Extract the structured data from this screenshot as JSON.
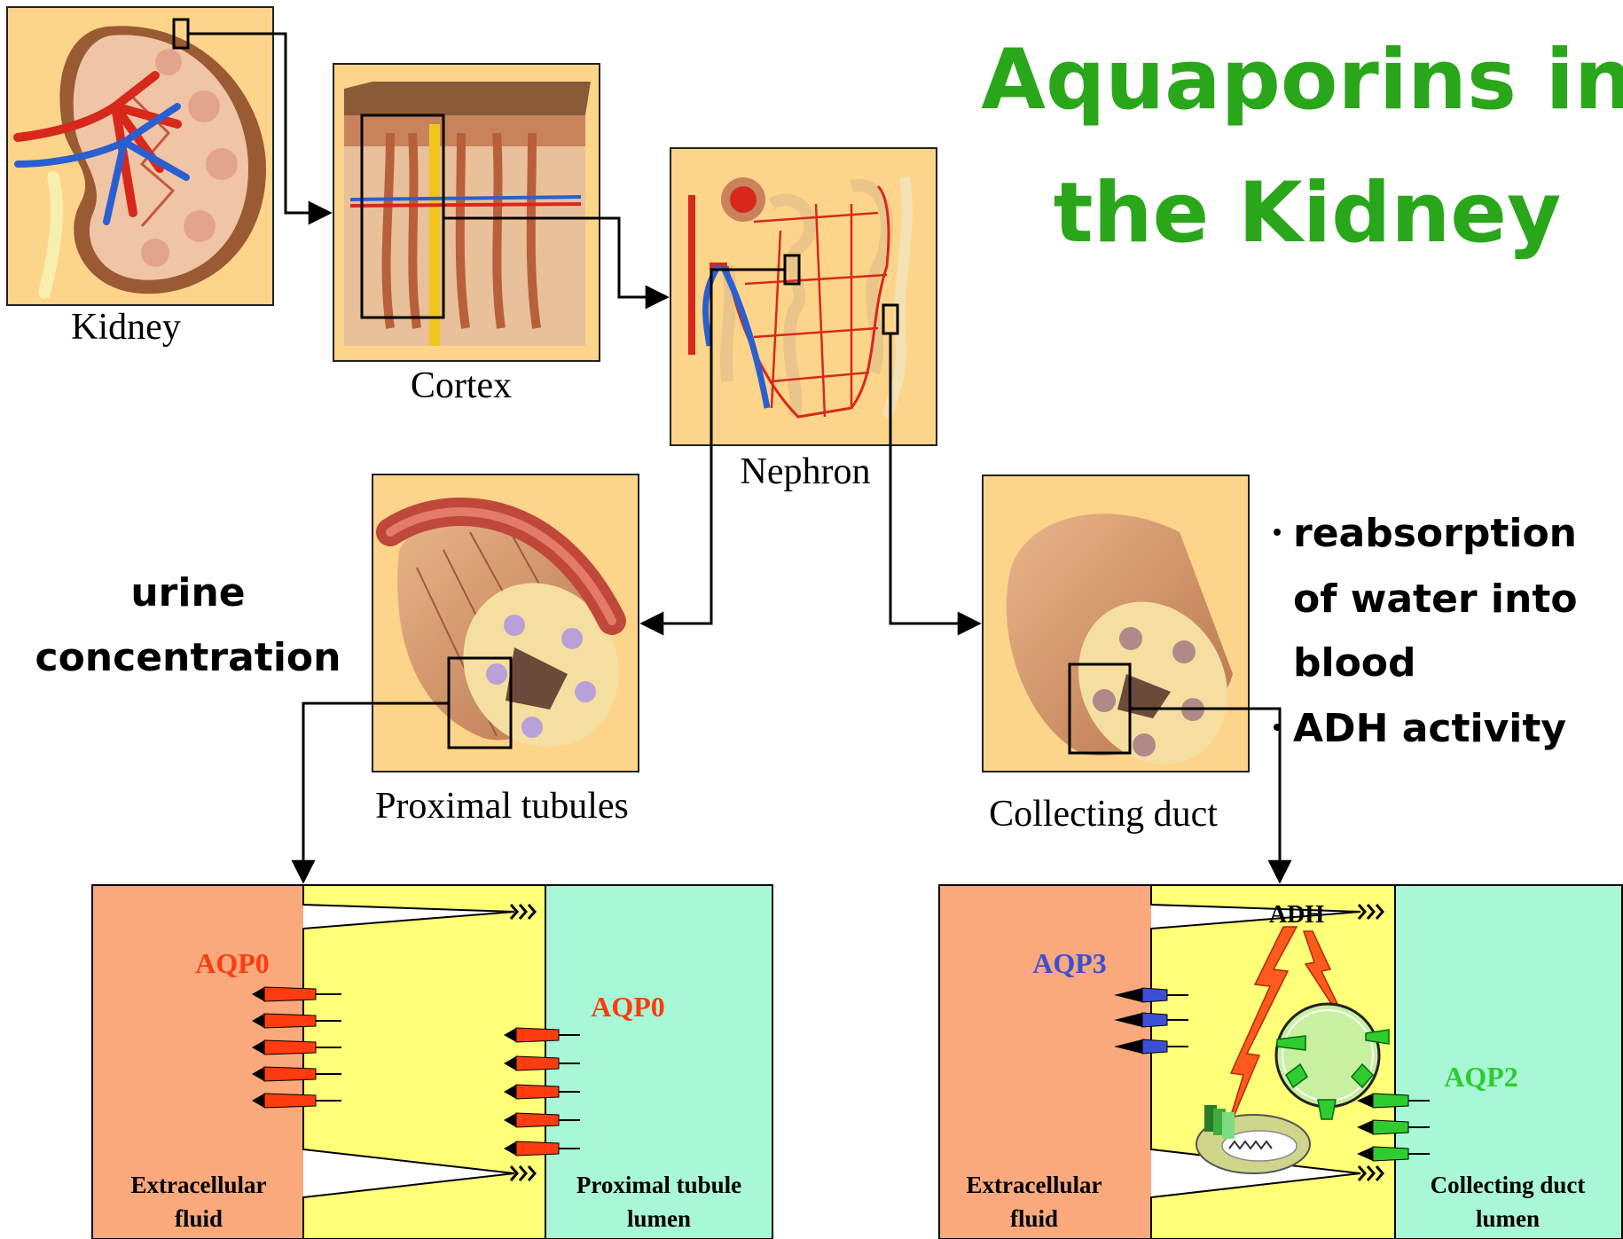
{
  "title": {
    "line1": "Aquaporins in",
    "line2": "the Kidney"
  },
  "colors": {
    "title": "#2aa61a",
    "panel": "#fdd58a",
    "extracellular": "#f9a97c",
    "cell": "#ffff78",
    "lumen": "#a8f7d6",
    "aqp0": "#ff3b10",
    "aqp3": "#3b4fd6",
    "aqp2": "#2ecc2e",
    "artery": "#d8281c",
    "vein": "#2a5fd0",
    "tubule": "#c47a55"
  },
  "panels": {
    "kidney": "Kidney",
    "cortex": "Cortex",
    "nephron": "Nephron",
    "proximal": "Proximal tubules",
    "collecting": "Collecting duct"
  },
  "left_note": {
    "line1": "urine",
    "line2": "concentration"
  },
  "right_note": {
    "bullets": [
      {
        "lines": [
          "reabsorption",
          "of water into",
          "blood"
        ]
      },
      {
        "lines": [
          "ADH activity"
        ]
      }
    ]
  },
  "cells": {
    "left": {
      "extracellular": [
        "Extracellular",
        "fluid"
      ],
      "lumen": [
        "Proximal tubule",
        "lumen"
      ],
      "aqp_basal": "AQP0",
      "aqp_apical": "AQP0"
    },
    "right": {
      "extracellular": [
        "Extracellular",
        "fluid"
      ],
      "lumen": [
        "Collecting duct",
        "lumen"
      ],
      "aqp_basal": "AQP3",
      "aqp_apical": "AQP2",
      "hormone": "ADH"
    }
  }
}
